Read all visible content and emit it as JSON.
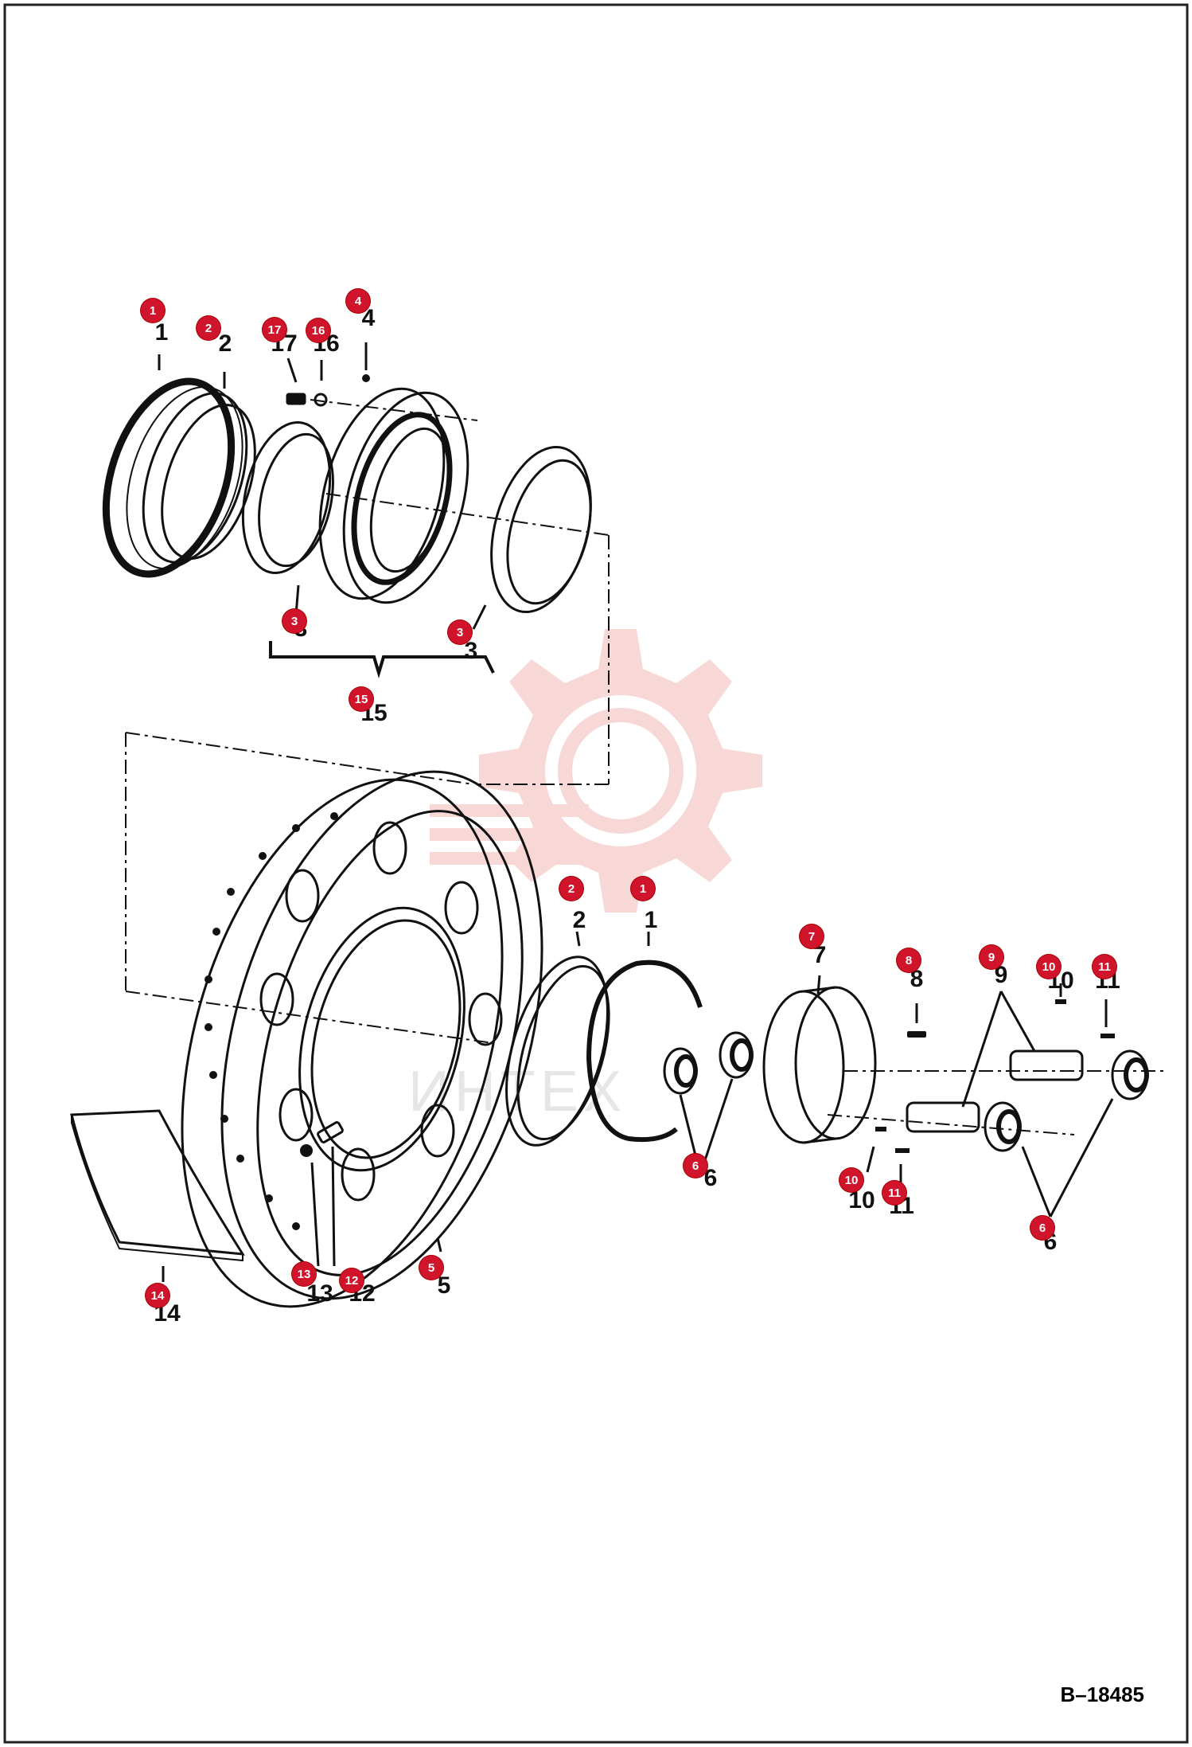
{
  "drawing_code": "B–18485",
  "watermark_text": "ИНТЕХ",
  "colors": {
    "callout": "#d0142c",
    "line": "#111111",
    "watermark": "#f4c4c4",
    "frame": "#222222"
  },
  "callouts": [
    {
      "id": "c1a",
      "num": "1"
    },
    {
      "id": "c2a",
      "num": "2"
    },
    {
      "id": "c17",
      "num": "17"
    },
    {
      "id": "c16",
      "num": "16"
    },
    {
      "id": "c4",
      "num": "4"
    },
    {
      "id": "c3a",
      "num": "3"
    },
    {
      "id": "c3b",
      "num": "3"
    },
    {
      "id": "c15",
      "num": "15"
    },
    {
      "id": "c2b",
      "num": "2"
    },
    {
      "id": "c1b",
      "num": "1"
    },
    {
      "id": "c7",
      "num": "7"
    },
    {
      "id": "c8",
      "num": "8"
    },
    {
      "id": "c9",
      "num": "9"
    },
    {
      "id": "c10a",
      "num": "10"
    },
    {
      "id": "c11a",
      "num": "11"
    },
    {
      "id": "c6a",
      "num": "6"
    },
    {
      "id": "c10b",
      "num": "10"
    },
    {
      "id": "c11b",
      "num": "11"
    },
    {
      "id": "c6b",
      "num": "6"
    },
    {
      "id": "c5",
      "num": "5"
    },
    {
      "id": "c12",
      "num": "12"
    },
    {
      "id": "c13",
      "num": "13"
    },
    {
      "id": "c14",
      "num": "14"
    }
  ],
  "ref_labels": [
    {
      "id": "l1a",
      "text": "1"
    },
    {
      "id": "l2a",
      "text": "2"
    },
    {
      "id": "l17",
      "text": "17"
    },
    {
      "id": "l16",
      "text": "16"
    },
    {
      "id": "l4",
      "text": "4"
    },
    {
      "id": "l3a",
      "text": "3"
    },
    {
      "id": "l3b",
      "text": "3"
    },
    {
      "id": "l15",
      "text": "15"
    },
    {
      "id": "l2b",
      "text": "2"
    },
    {
      "id": "l1b",
      "text": "1"
    },
    {
      "id": "l7",
      "text": "7"
    },
    {
      "id": "l8",
      "text": "8"
    },
    {
      "id": "l9",
      "text": "9"
    },
    {
      "id": "l10a",
      "text": "10"
    },
    {
      "id": "l11a",
      "text": "11"
    },
    {
      "id": "l6a",
      "text": "6"
    },
    {
      "id": "l10b",
      "text": "10"
    },
    {
      "id": "l11b",
      "text": "11"
    },
    {
      "id": "l6b",
      "text": "6"
    },
    {
      "id": "l5",
      "text": "5"
    },
    {
      "id": "l12",
      "text": "12"
    },
    {
      "id": "l13",
      "text": "13"
    },
    {
      "id": "l14",
      "text": "14"
    }
  ]
}
